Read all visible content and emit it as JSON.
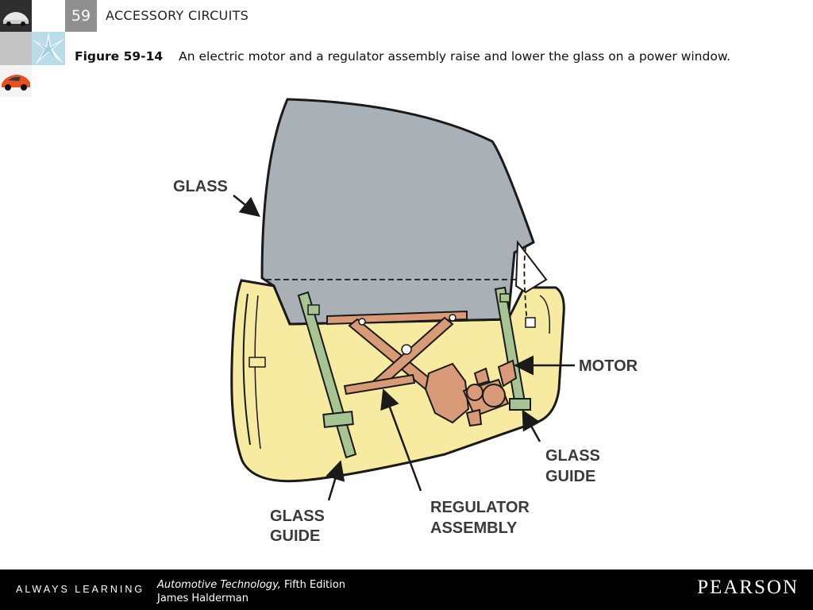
{
  "header": {
    "chapter_number": "59",
    "chapter_title": "ACCESSORY CIRCUITS"
  },
  "caption": {
    "figure_label": "Figure 59-14",
    "text": "An electric motor and a regulator assembly raise and lower the glass on a power window."
  },
  "diagram": {
    "labels": {
      "glass": "GLASS",
      "motor": "MOTOR",
      "glass_guide_right_line1": "GLASS",
      "glass_guide_right_line2": "GUIDE",
      "glass_guide_left_line1": "GLASS",
      "glass_guide_left_line2": "GUIDE",
      "regulator_line1": "REGULATOR",
      "regulator_line2": "ASSEMBLY"
    },
    "colors": {
      "glass": "#a9b0b6",
      "door": "#f7eba2",
      "guide": "#a7c493",
      "regulator": "#d99a78",
      "outline": "#1a1a1a"
    }
  },
  "footer": {
    "tagline": "ALWAYS LEARNING",
    "book_title": "Automotive Technology,",
    "edition": " Fifth Edition",
    "author": "James Halderman",
    "publisher": "PEARSON"
  }
}
